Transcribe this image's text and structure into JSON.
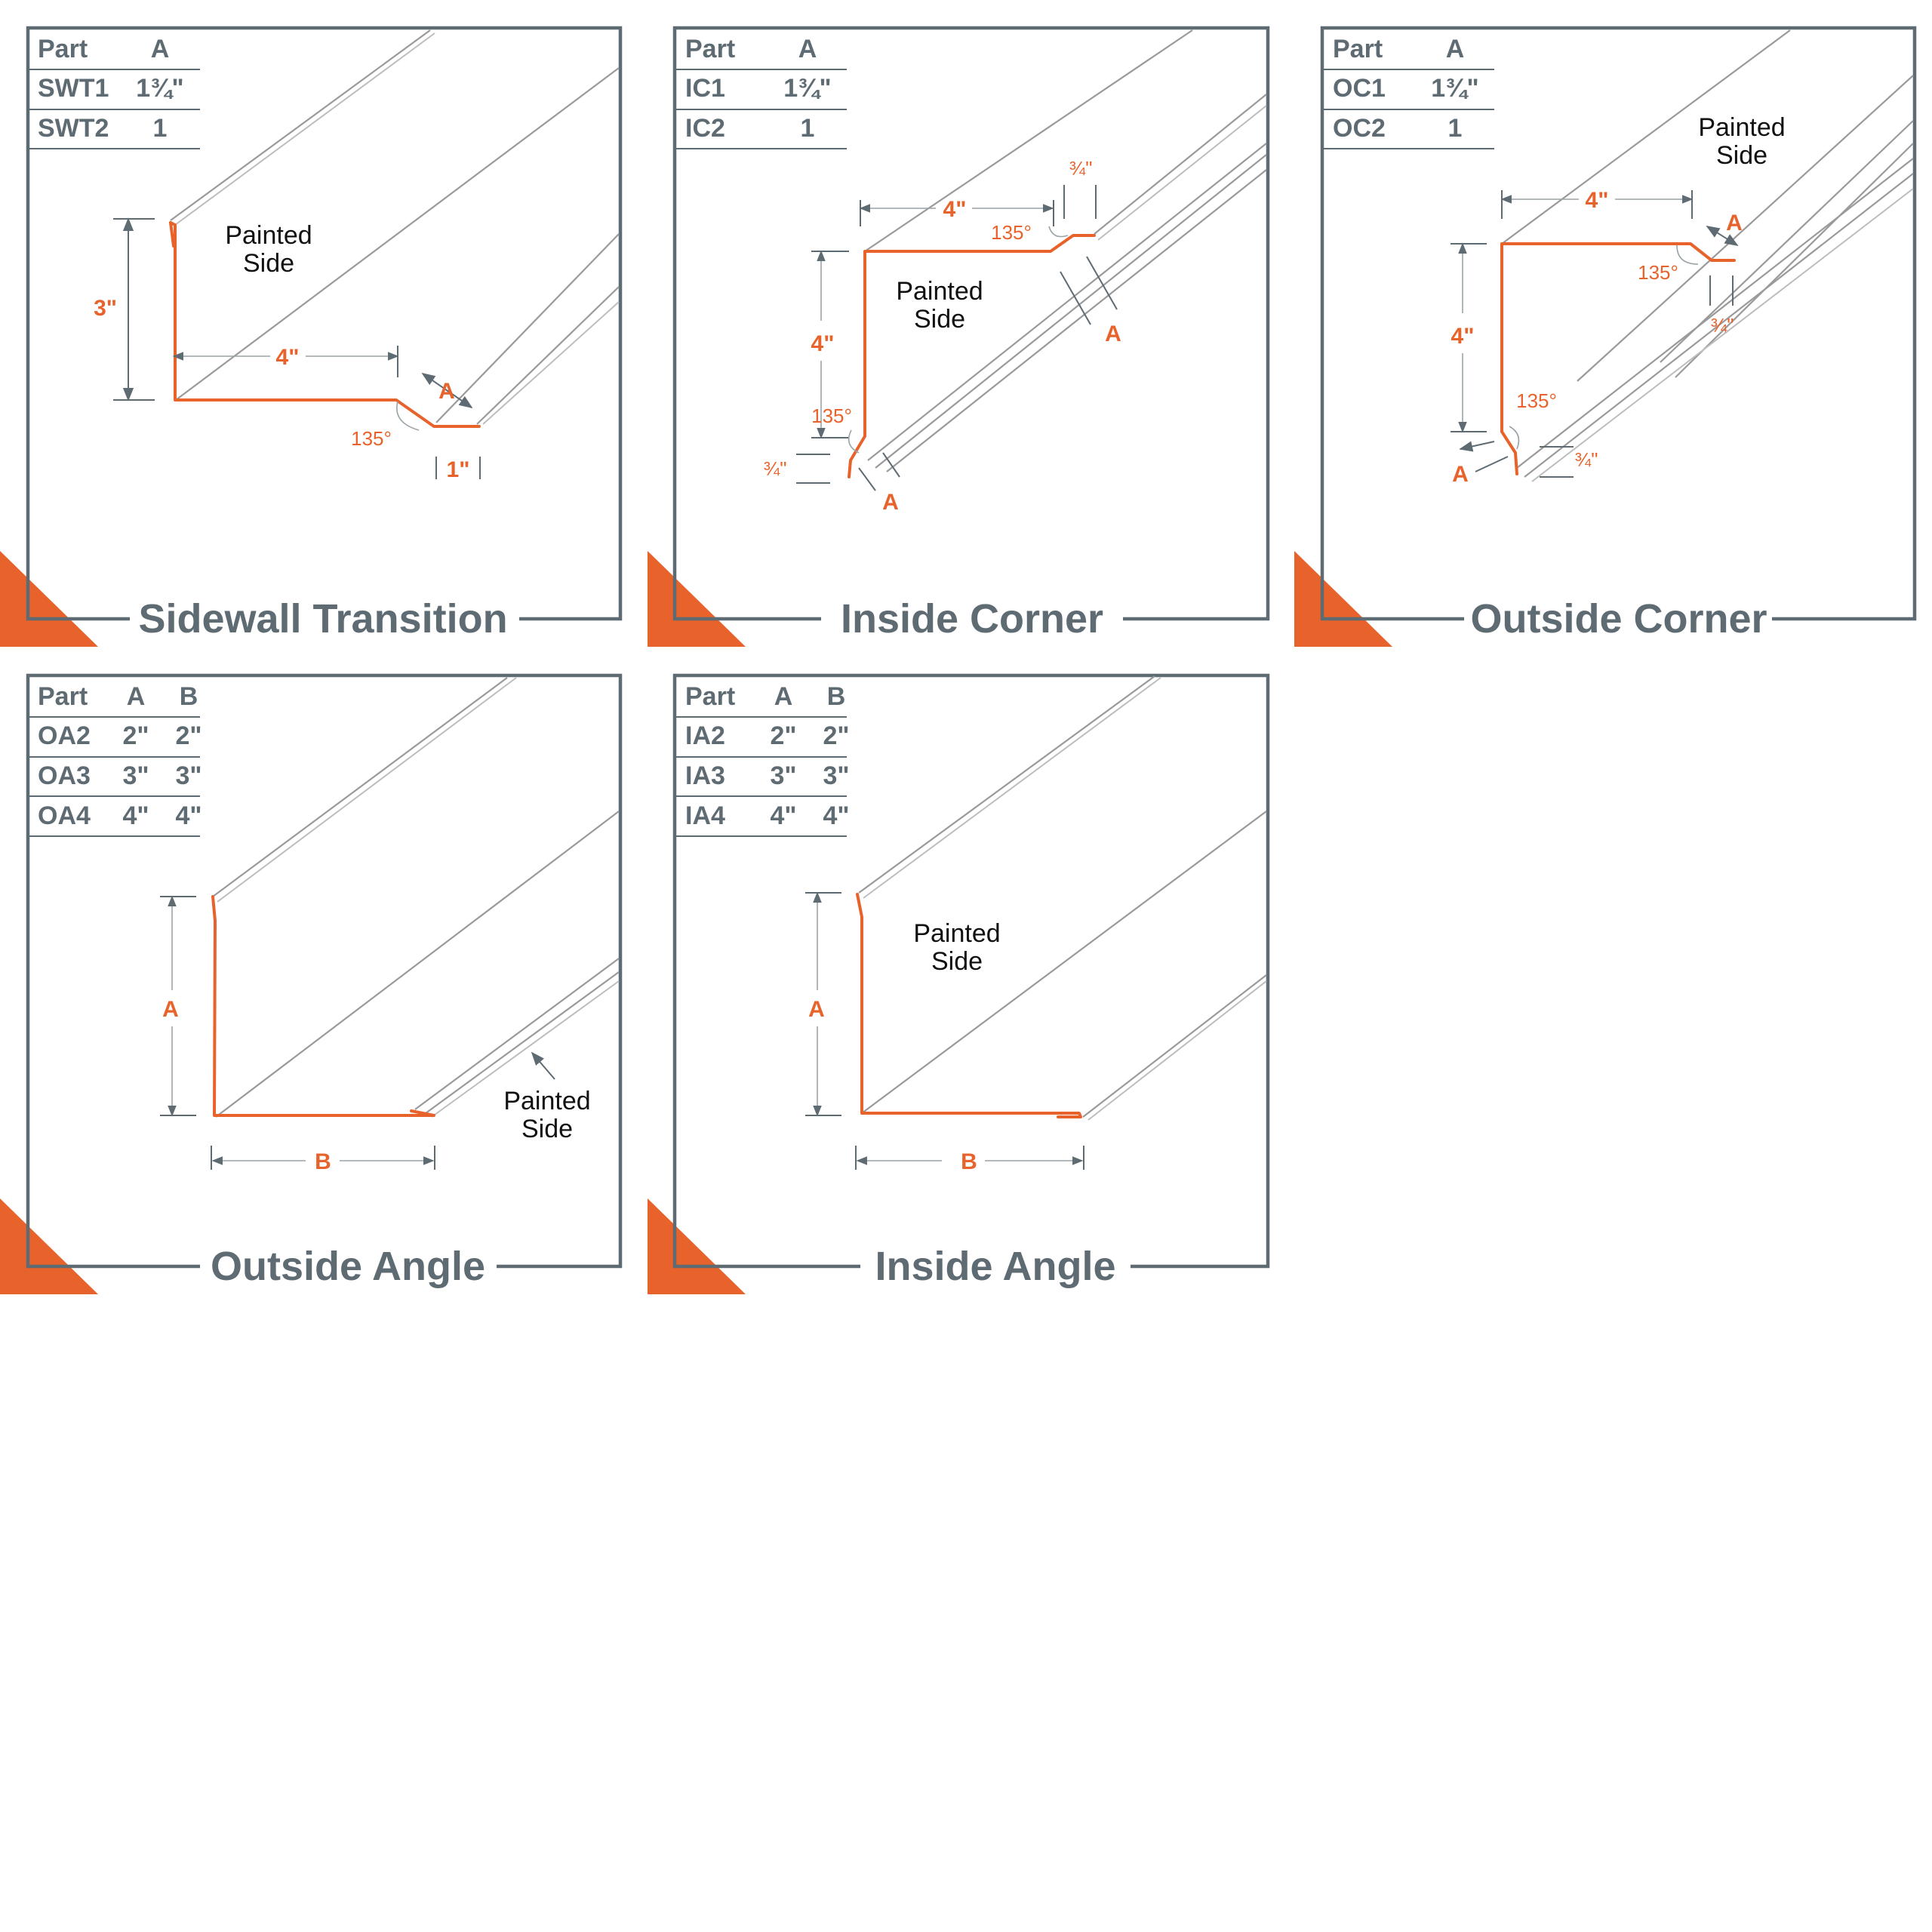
{
  "colors": {
    "accent": "#e8632b",
    "frame": "#5f6b73",
    "line": "#9a9a9a"
  },
  "panels": [
    {
      "id": "sidewall-transition",
      "title": "Sidewall Transition",
      "table": {
        "headers": [
          "Part",
          "A"
        ],
        "rows": [
          [
            "SWT1",
            "1¾\""
          ],
          [
            "SWT2",
            "1"
          ]
        ]
      },
      "notes": [
        "Painted",
        "Side"
      ],
      "dims": {
        "height": "3\"",
        "width": "4\"",
        "a": "A",
        "angle": "135°",
        "hem": "1\""
      }
    },
    {
      "id": "inside-corner",
      "title": "Inside Corner",
      "table": {
        "headers": [
          "Part",
          "A"
        ],
        "rows": [
          [
            "IC1",
            "1¾\""
          ],
          [
            "IC2",
            "1"
          ]
        ]
      },
      "notes": [
        "Painted",
        "Side"
      ],
      "dims": {
        "height": "4\"",
        "width": "4\"",
        "a": "A",
        "angle": "135°",
        "hem": "¾\""
      }
    },
    {
      "id": "outside-corner",
      "title": "Outside Corner",
      "table": {
        "headers": [
          "Part",
          "A"
        ],
        "rows": [
          [
            "OC1",
            "1¾\""
          ],
          [
            "OC2",
            "1"
          ]
        ]
      },
      "notes": [
        "Painted",
        "Side"
      ],
      "dims": {
        "height": "4\"",
        "width": "4\"",
        "a": "A",
        "angle": "135°",
        "hem": "¾\""
      }
    },
    {
      "id": "outside-angle",
      "title": "Outside Angle",
      "table": {
        "headers": [
          "Part",
          "A",
          "B"
        ],
        "rows": [
          [
            "OA2",
            "2\"",
            "2\""
          ],
          [
            "OA3",
            "3\"",
            "3\""
          ],
          [
            "OA4",
            "4\"",
            "4\""
          ]
        ]
      },
      "notes": [
        "Painted",
        "Side"
      ],
      "dims": {
        "a": "A",
        "b": "B"
      }
    },
    {
      "id": "inside-angle",
      "title": "Inside Angle",
      "table": {
        "headers": [
          "Part",
          "A",
          "B"
        ],
        "rows": [
          [
            "IA2",
            "2\"",
            "2\""
          ],
          [
            "IA3",
            "3\"",
            "3\""
          ],
          [
            "IA4",
            "4\"",
            "4\""
          ]
        ]
      },
      "notes": [
        "Painted",
        "Side"
      ],
      "dims": {
        "a": "A",
        "b": "B"
      }
    }
  ]
}
